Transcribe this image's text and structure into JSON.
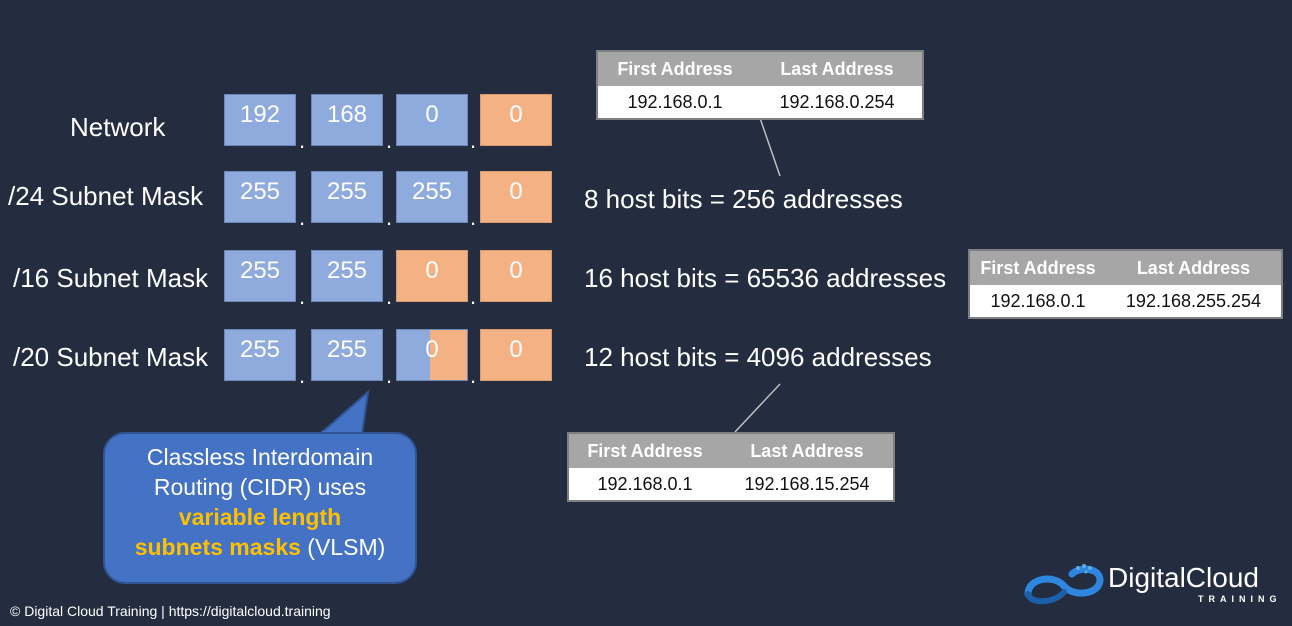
{
  "rows": [
    {
      "label": "Network",
      "octets": [
        "192",
        "168",
        "0",
        "0"
      ]
    },
    {
      "label": "/24 Subnet Mask",
      "octets": [
        "255",
        "255",
        "255",
        "0"
      ]
    },
    {
      "label": "/16 Subnet Mask",
      "octets": [
        "255",
        "255",
        "0",
        "0"
      ]
    },
    {
      "label": "/20 Subnet Mask",
      "octets": [
        "255",
        "255",
        "0",
        "0"
      ]
    }
  ],
  "dot": ".",
  "host_bits": [
    "8 host bits = 256 addresses",
    "16 host bits = 65536 addresses",
    "12 host bits = 4096 addresses"
  ],
  "tables": [
    {
      "first_header": "First Address",
      "last_header": "Last Address",
      "first": "192.168.0.1",
      "last": "192.168.0.254"
    },
    {
      "first_header": "First Address",
      "last_header": "Last Address",
      "first": "192.168.0.1",
      "last": "192.168.255.254"
    },
    {
      "first_header": "First Address",
      "last_header": "Last Address",
      "first": "192.168.0.1",
      "last": "192.168.15.254"
    }
  ],
  "callout": {
    "line1": "Classless Interdomain",
    "line2": "Routing (CIDR) uses",
    "line3_highlight": "variable length",
    "line4_highlight": "subnets masks",
    "line4_rest": " (VLSM)"
  },
  "footer": "© Digital Cloud Training  |  https://digitalcloud.training",
  "brand": {
    "name": "DigitalCloud",
    "sub": "TRAINING"
  },
  "colors": {
    "background": "#232d3f",
    "network_octet": "#8faadc",
    "host_octet": "#f4b183",
    "callout": "#4472c4",
    "highlight": "#ffc000",
    "table_header": "#a6a6a6"
  }
}
